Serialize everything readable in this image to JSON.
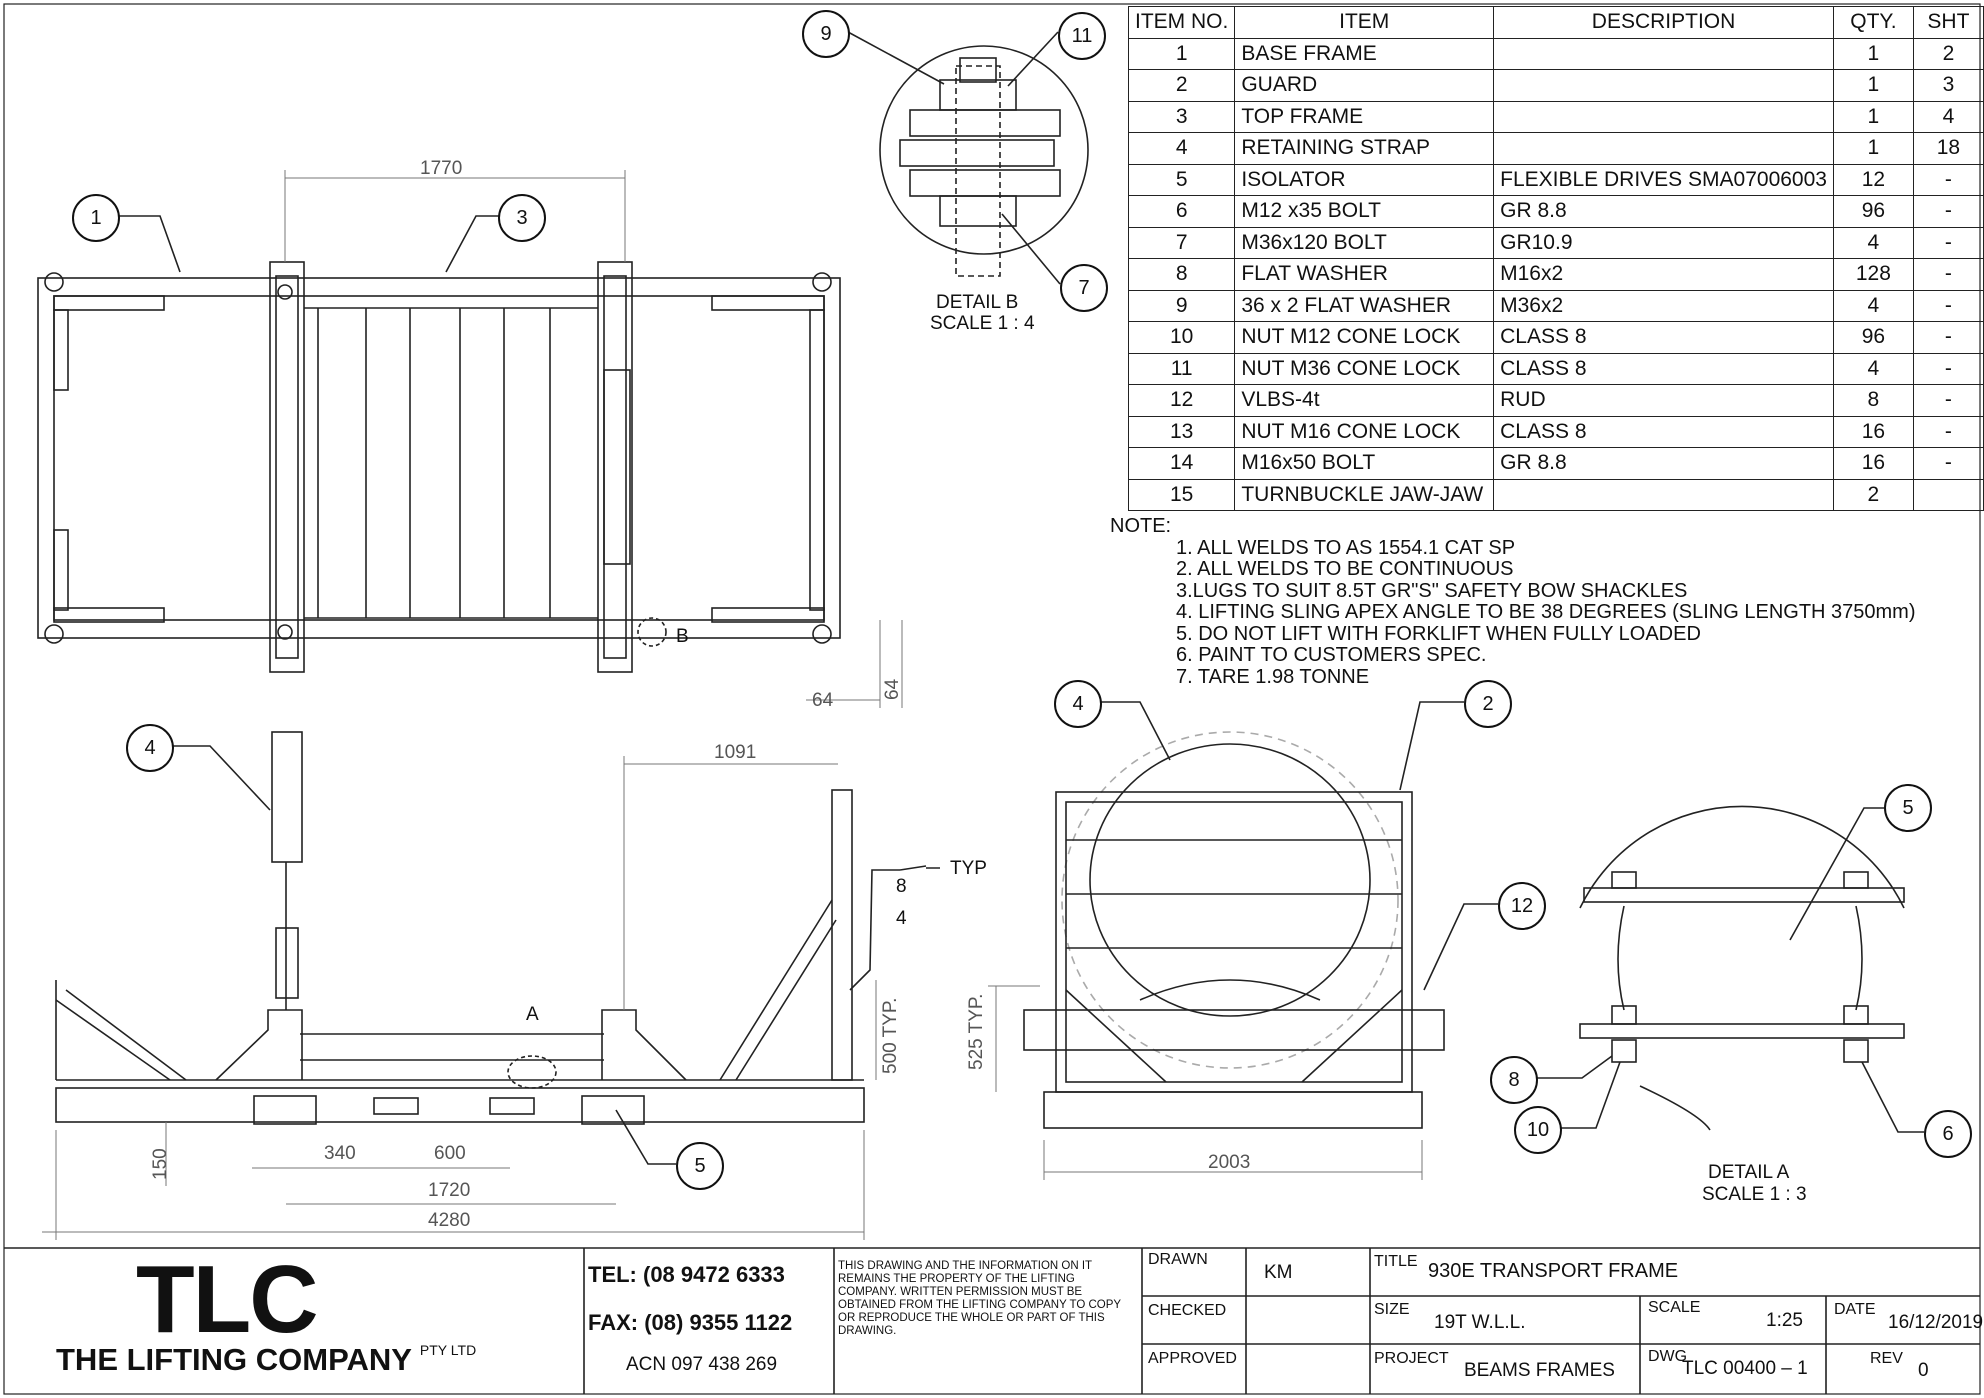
{
  "bom": {
    "headers": [
      "ITEM NO.",
      "ITEM",
      "DESCRIPTION",
      "QTY.",
      "SHT"
    ],
    "rows": [
      [
        "1",
        "BASE FRAME",
        "",
        "1",
        "2"
      ],
      [
        "2",
        "GUARD",
        "",
        "1",
        "3"
      ],
      [
        "3",
        "TOP FRAME",
        "",
        "1",
        "4"
      ],
      [
        "4",
        "RETAINING STRAP",
        "",
        "1",
        "18"
      ],
      [
        "5",
        "ISOLATOR",
        "FLEXIBLE DRIVES SMA07006003",
        "12",
        "-"
      ],
      [
        "6",
        "M12 x35 BOLT",
        "GR 8.8",
        "96",
        "-"
      ],
      [
        "7",
        "M36x120 BOLT",
        "GR10.9",
        "4",
        "-"
      ],
      [
        "8",
        "FLAT WASHER",
        "M16x2",
        "128",
        "-"
      ],
      [
        "9",
        "36 x 2  FLAT WASHER",
        "M36x2",
        "4",
        "-"
      ],
      [
        "10",
        "NUT M12 CONE LOCK",
        "CLASS 8",
        "96",
        "-"
      ],
      [
        "11",
        "NUT M36 CONE LOCK",
        "CLASS 8",
        "4",
        "-"
      ],
      [
        "12",
        "VLBS-4t",
        "RUD",
        "8",
        "-"
      ],
      [
        "13",
        "NUT M16 CONE LOCK",
        "CLASS 8",
        "16",
        "-"
      ],
      [
        "14",
        "M16x50 BOLT",
        "GR 8.8",
        "16",
        "-"
      ],
      [
        "15",
        "TURNBUCKLE JAW-JAW",
        "",
        "2",
        ""
      ]
    ]
  },
  "notes": {
    "heading": "NOTE:",
    "lines": [
      "1. ALL WELDS TO AS 1554.1 CAT SP",
      "2. ALL WELDS TO BE CONTINUOUS",
      "3.LUGS TO SUIT 8.5T GR\"S\" SAFETY BOW SHACKLES",
      "4. LIFTING SLING APEX ANGLE TO BE 38 DEGREES (SLING LENGTH 3750mm)",
      "5. DO NOT LIFT WITH FORKLIFT WHEN FULLY LOADED",
      "6. PAINT TO CUSTOMERS SPEC.",
      "7. TARE 1.98 TONNE"
    ]
  },
  "details": {
    "b_title": "DETAIL B",
    "b_scale": "SCALE 1 : 4",
    "a_title": "DETAIL A",
    "a_scale": "SCALE 1 : 3"
  },
  "dimensions": {
    "top_width": "1770",
    "small_h": "64",
    "small_v": "64",
    "side_1091": "1091",
    "side_500": "500 TYP.",
    "end_525": "525 TYP.",
    "side_150": "150",
    "side_340": "340",
    "side_600": "600",
    "side_1720": "1720",
    "side_4280": "4280",
    "end_2003": "2003"
  },
  "labels": {
    "typ": "TYP",
    "weld_8": "8",
    "weld_4": "4",
    "view_a": "A",
    "view_b": "B"
  },
  "balloons": {
    "b1": "1",
    "b3": "3",
    "b9": "9",
    "b11": "11",
    "b7": "7",
    "b4a": "4",
    "b5a": "5",
    "b4b": "4",
    "b2": "2",
    "b12": "12",
    "b5b": "5",
    "b8": "8",
    "b10": "10",
    "b6": "6"
  },
  "title_block": {
    "company_logo": "TLC",
    "company_name": "THE LIFTING COMPANY",
    "company_suffix": "PTY LTD",
    "tel": "TEL: (08 9472 6333",
    "fax": "FAX: (08) 9355 1122",
    "acn": "ACN 097 438 269",
    "disclaimer": "THIS DRAWING AND THE INFORMATION ON IT REMAINS THE PROPERTY OF THE LIFTING COMPANY. WRITTEN PERMISSION MUST BE OBTAINED FROM THE LIFTING COMPANY TO COPY OR REPRODUCE THE WHOLE OR PART OF THIS DRAWING.",
    "drawn_label": "DRAWN",
    "drawn_value": "KM",
    "checked_label": "CHECKED",
    "approved_label": "APPROVED",
    "title_label": "TITLE",
    "title_value": "930E TRANSPORT FRAME",
    "size_label": "SIZE",
    "size_value": "19T W.L.L.",
    "scale_label": "SCALE",
    "scale_value": "1:25",
    "date_label": "DATE",
    "date_value": "16/12/2019",
    "project_label": "PROJECT",
    "project_value": "BEAMS FRAMES",
    "dwg_label": "DWG",
    "dwg_value": "TLC 00400 – 1",
    "rev_label": "REV",
    "rev_value": "0"
  }
}
